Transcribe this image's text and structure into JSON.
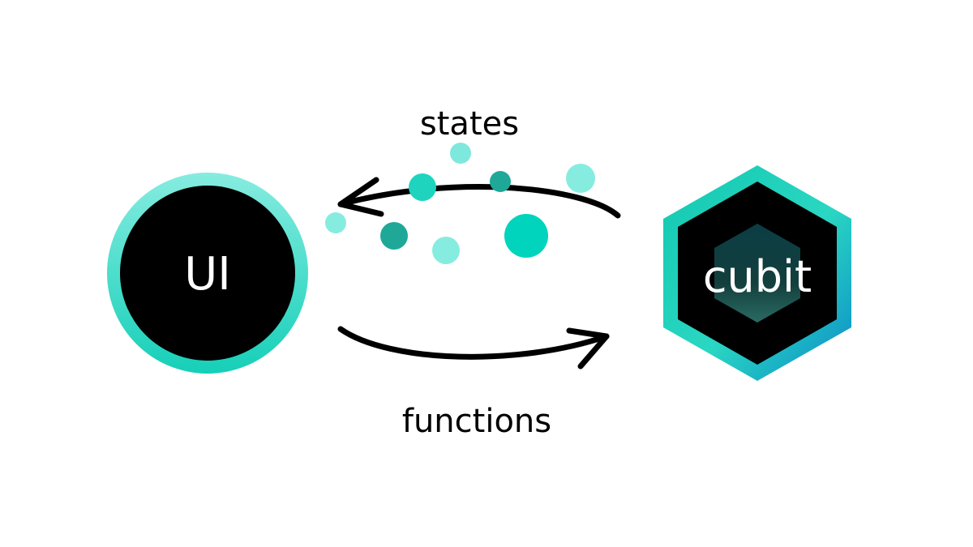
{
  "nodes": {
    "ui": {
      "label": "UI"
    },
    "cubit": {
      "label": "cubit"
    }
  },
  "edges": {
    "states": {
      "label": "states"
    },
    "functions": {
      "label": "functions"
    }
  },
  "colors": {
    "teal_light": "#7fe8dc",
    "teal": "#1ed4bf",
    "teal_dark": "#1fa898",
    "teal_bright": "#00d4bc",
    "blue_accent": "#0a8fc4",
    "node_fill": "#000000",
    "arrow": "#000000",
    "text": "#000000",
    "node_text": "#ffffff"
  }
}
